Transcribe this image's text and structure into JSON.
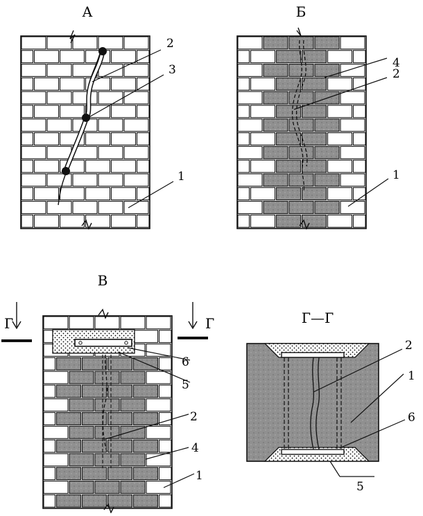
{
  "figure": {
    "panels": {
      "a": {
        "title": "А",
        "callouts": [
          "2",
          "3",
          "1"
        ]
      },
      "b": {
        "title": "Б",
        "callouts": [
          "4",
          "2",
          "1"
        ]
      },
      "v": {
        "title": "В",
        "callouts": [
          "6",
          "5",
          "2",
          "4",
          "1"
        ],
        "section_marks": [
          "Г",
          "Г"
        ]
      },
      "g": {
        "title": "Г—Г",
        "callouts": [
          "2",
          "1",
          "6",
          "5"
        ]
      }
    },
    "colors": {
      "ink": "#111111",
      "injected_zone": "#8f8f8f",
      "mortar_plate": "#ffffff"
    }
  }
}
